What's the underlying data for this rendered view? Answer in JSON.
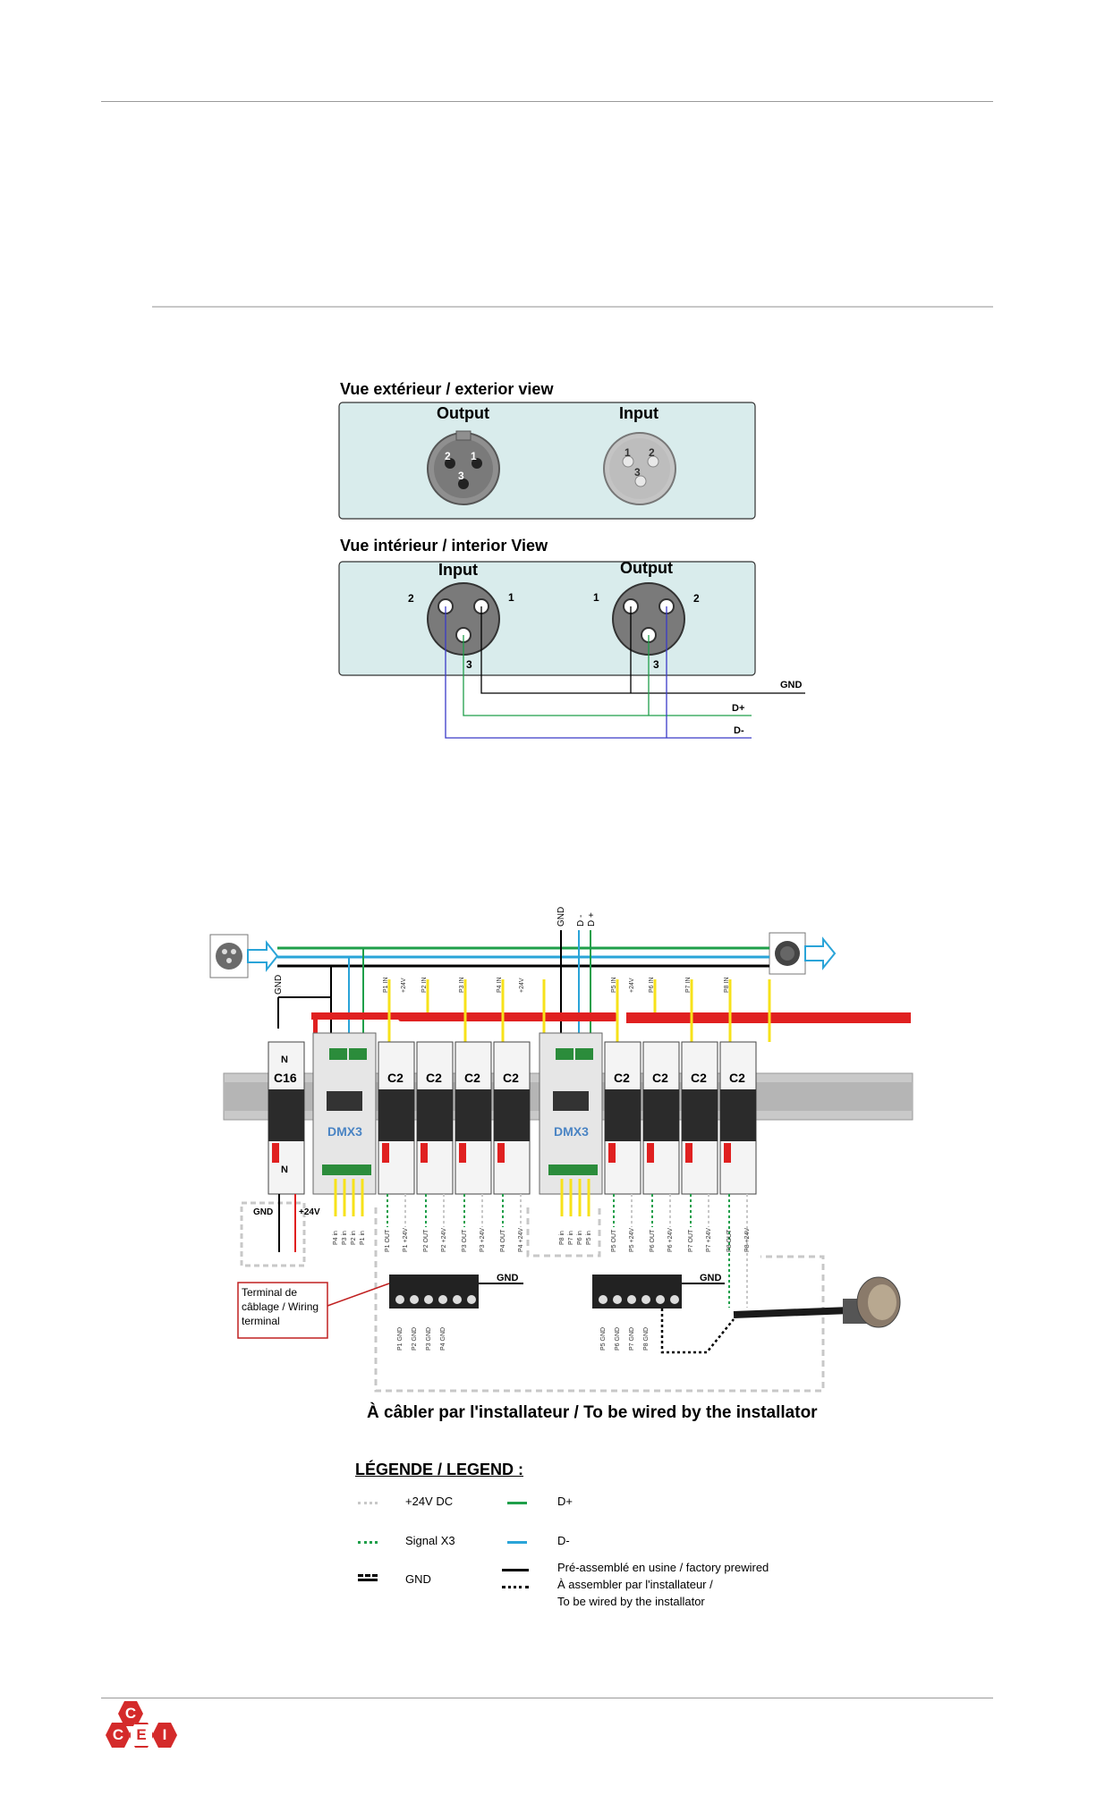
{
  "xlr": {
    "exterior_title": "Vue extérieur / exterior view",
    "interior_title": "Vue intérieur / interior View",
    "ext_output": "Output",
    "ext_input": "Input",
    "int_input": "Input",
    "int_output": "Output",
    "pins": {
      "p1": "1",
      "p2": "2",
      "p3": "3"
    },
    "wires": {
      "gnd": "GND",
      "dplus": "D+",
      "dminus": "D-"
    },
    "colors": {
      "panel": "#d9ecec",
      "gnd": "#000000",
      "dplus": "#1f9f4a",
      "dminus": "#3a3ac8"
    }
  },
  "wiring": {
    "bus_labels": {
      "gnd": "GND",
      "dminus": "D -",
      "dplus": "D +"
    },
    "gnd_left": "GND",
    "breakers": {
      "main": "C16",
      "c2": "C2",
      "dmx": "DMX3",
      "n": "N"
    },
    "top_labels": [
      "P1 IN",
      "+24V",
      "P2 IN",
      "P3 IN",
      "P4 IN",
      "+24V",
      "P5 IN",
      "+24V",
      "P6 IN",
      "P7 IN",
      "P8 IN"
    ],
    "dmx1_inputs": [
      "P4 in",
      "P3 in",
      "P2 in",
      "P1 in"
    ],
    "dmx2_inputs": [
      "P8 in",
      "P7 in",
      "P6 in",
      "P5 in"
    ],
    "out_labels_left": [
      "P1 OUT",
      "P1 +24V",
      "P2 OUT",
      "P2 +24V",
      "P3 OUT",
      "P3 +24V",
      "P4 OUT",
      "P4 +24V"
    ],
    "out_labels_right": [
      "P5 OUT",
      "P5 +24V",
      "P6 OUT",
      "P6 +24V",
      "P7 OUT",
      "P7 +24V",
      "P8 OUT",
      "P8 +24V"
    ],
    "power_gnd": "GND",
    "power_24": "+24V",
    "terminal_note": "Terminal de câblage / Wiring terminal",
    "terminal_gnd": "GND",
    "gnd_left_terms": [
      "P1 GND",
      "P2 GND",
      "P3 GND",
      "P4 GND"
    ],
    "gnd_right_terms": [
      "P5 GND",
      "P6 GND",
      "P7 GND",
      "P8 GND"
    ],
    "installer_caption": "À câbler par l'installateur / To be wired by the installator",
    "colors": {
      "red": "#e02020",
      "yellow": "#f7e21a",
      "green": "#1f9f4a",
      "blue": "#2aa4d8",
      "grey": "#c8c8c8"
    }
  },
  "legend": {
    "title": "LÉGENDE / LEGEND :",
    "items": {
      "v24": "+24V DC",
      "signal": "Signal X3",
      "gnd": "GND",
      "dplus": "D+",
      "dminus": "D-",
      "prewired": "Pré-assemblé en usine / factory prewired",
      "installer1": "À assembler par l'installateur /",
      "installer2": "To be wired by the installator"
    }
  },
  "footer": {
    "logo_letters": [
      "C",
      "C",
      "E",
      "I"
    ],
    "logo_color": "#d42a2a"
  }
}
